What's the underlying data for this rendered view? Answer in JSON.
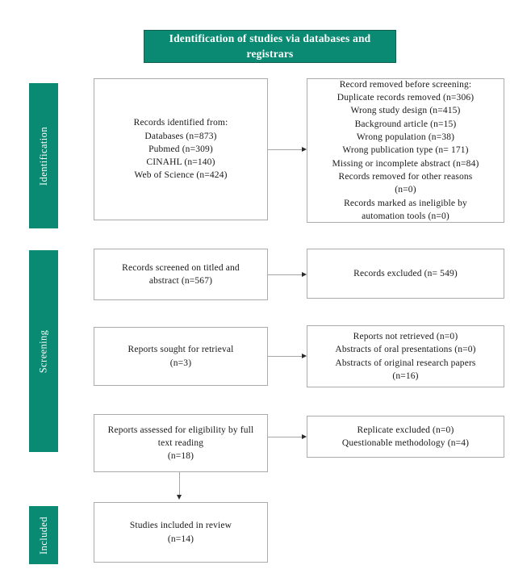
{
  "title": "Identification of studies via databases and\nregistrars",
  "colors": {
    "teal": "#0a8a72",
    "teal-border": "#14604f",
    "box-border": "#ababab",
    "connector": "#a6a6a6",
    "arrowhead": "#2b2b2b",
    "text": "#191919"
  },
  "sidebar": {
    "identification": "Identification",
    "screening": "Screening",
    "included": "Included"
  },
  "boxes": {
    "records_identified": "Records identified from:\nDatabases (n=873)\nPubmed (n=309)\nCINAHL (n=140)\nWeb of Science (n=424)",
    "records_removed": "Record removed before screening:\nDuplicate records removed (n=306)\nWrong study design (n=415)\nBackground article (n=15)\nWrong population (n=38)\nWrong publication type (n= 171)\nMissing or incomplete abstract (n=84)\nRecords removed for other reasons\n(n=0)\nRecords marked as ineligible by\nautomation tools (n=0)",
    "records_screened": "Records screened on titled and\nabstract (n=567)",
    "records_excluded": "Records excluded (n= 549)",
    "reports_sought": "Reports sought for retrieval\n(n=3)",
    "reports_not_retrieved": "Reports not retrieved (n=0)\nAbstracts of oral presentations (n=0)\nAbstracts of original research papers\n(n=16)",
    "reports_assessed": "Reports assessed for eligibility by full\ntext reading\n(n=18)",
    "reports_excluded": "Replicate excluded (n=0)\nQuestionable methodology (n=4)",
    "studies_included": "Studies included in review\n(n=14)"
  }
}
